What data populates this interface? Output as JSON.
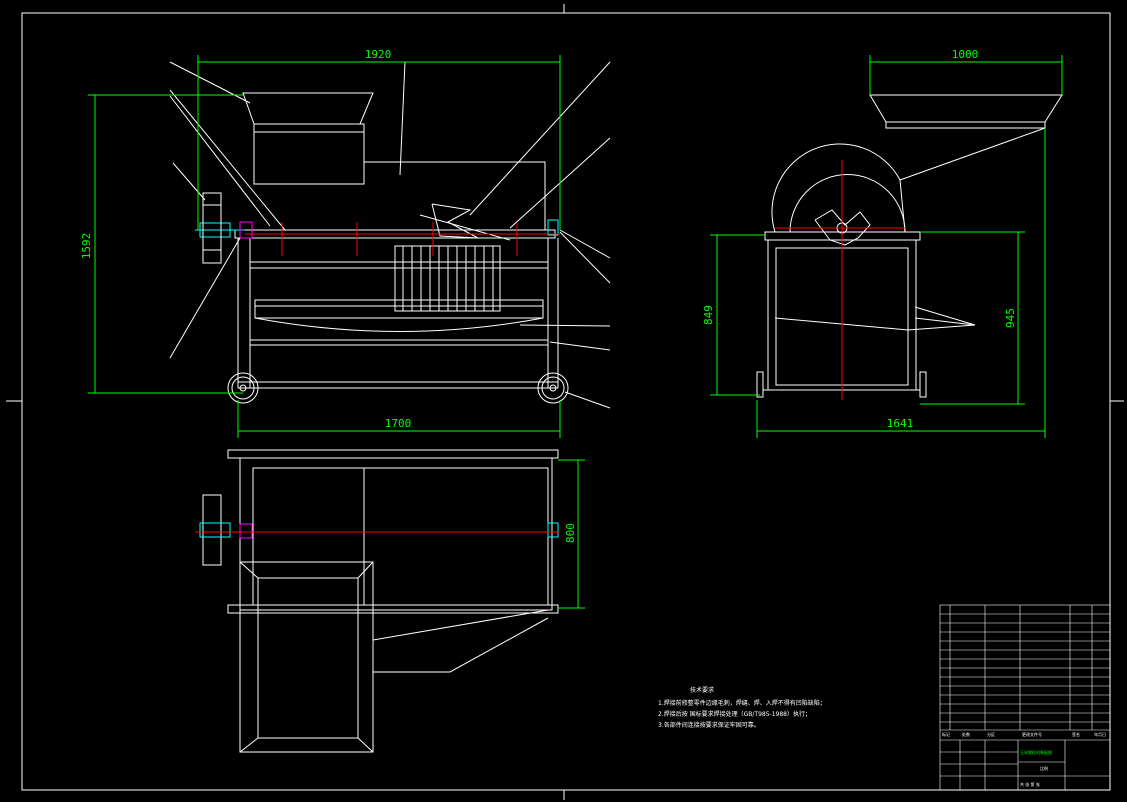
{
  "colors": {
    "background": "#000000",
    "geometry": "#ffffff",
    "dimension": "#00ff00",
    "centerline": "#ff0000",
    "hatch": "#00ffff",
    "highlight": "#ff00ff"
  },
  "dimensions": {
    "front_overall_length": "1920",
    "front_overall_height": "1592",
    "front_wheelbase": "1700",
    "side_hopper_width": "1000",
    "side_frame_height": "849",
    "side_total_height": "945",
    "side_overall_width": "1641",
    "top_width": "800"
  },
  "technical_requirements": {
    "title": "技术要求",
    "items": [
      "1.焊接前修整零件边缘毛刺，焊缝、焊、入焊不得有凹陷缺陷；",
      "2.焊接后按 国标要求焊接处理（GB/T985-1988）执行；",
      "3.各部件间连接按要求保证牢固可靠。"
    ]
  },
  "title_block": {
    "drawing_name": "玉米脱粒机装配图",
    "headers": [
      "标记",
      "处数",
      "分区",
      "更改文件号",
      "签名",
      "年月日"
    ],
    "scale_label": "比例",
    "sheet_label": "共 张 第 张"
  }
}
